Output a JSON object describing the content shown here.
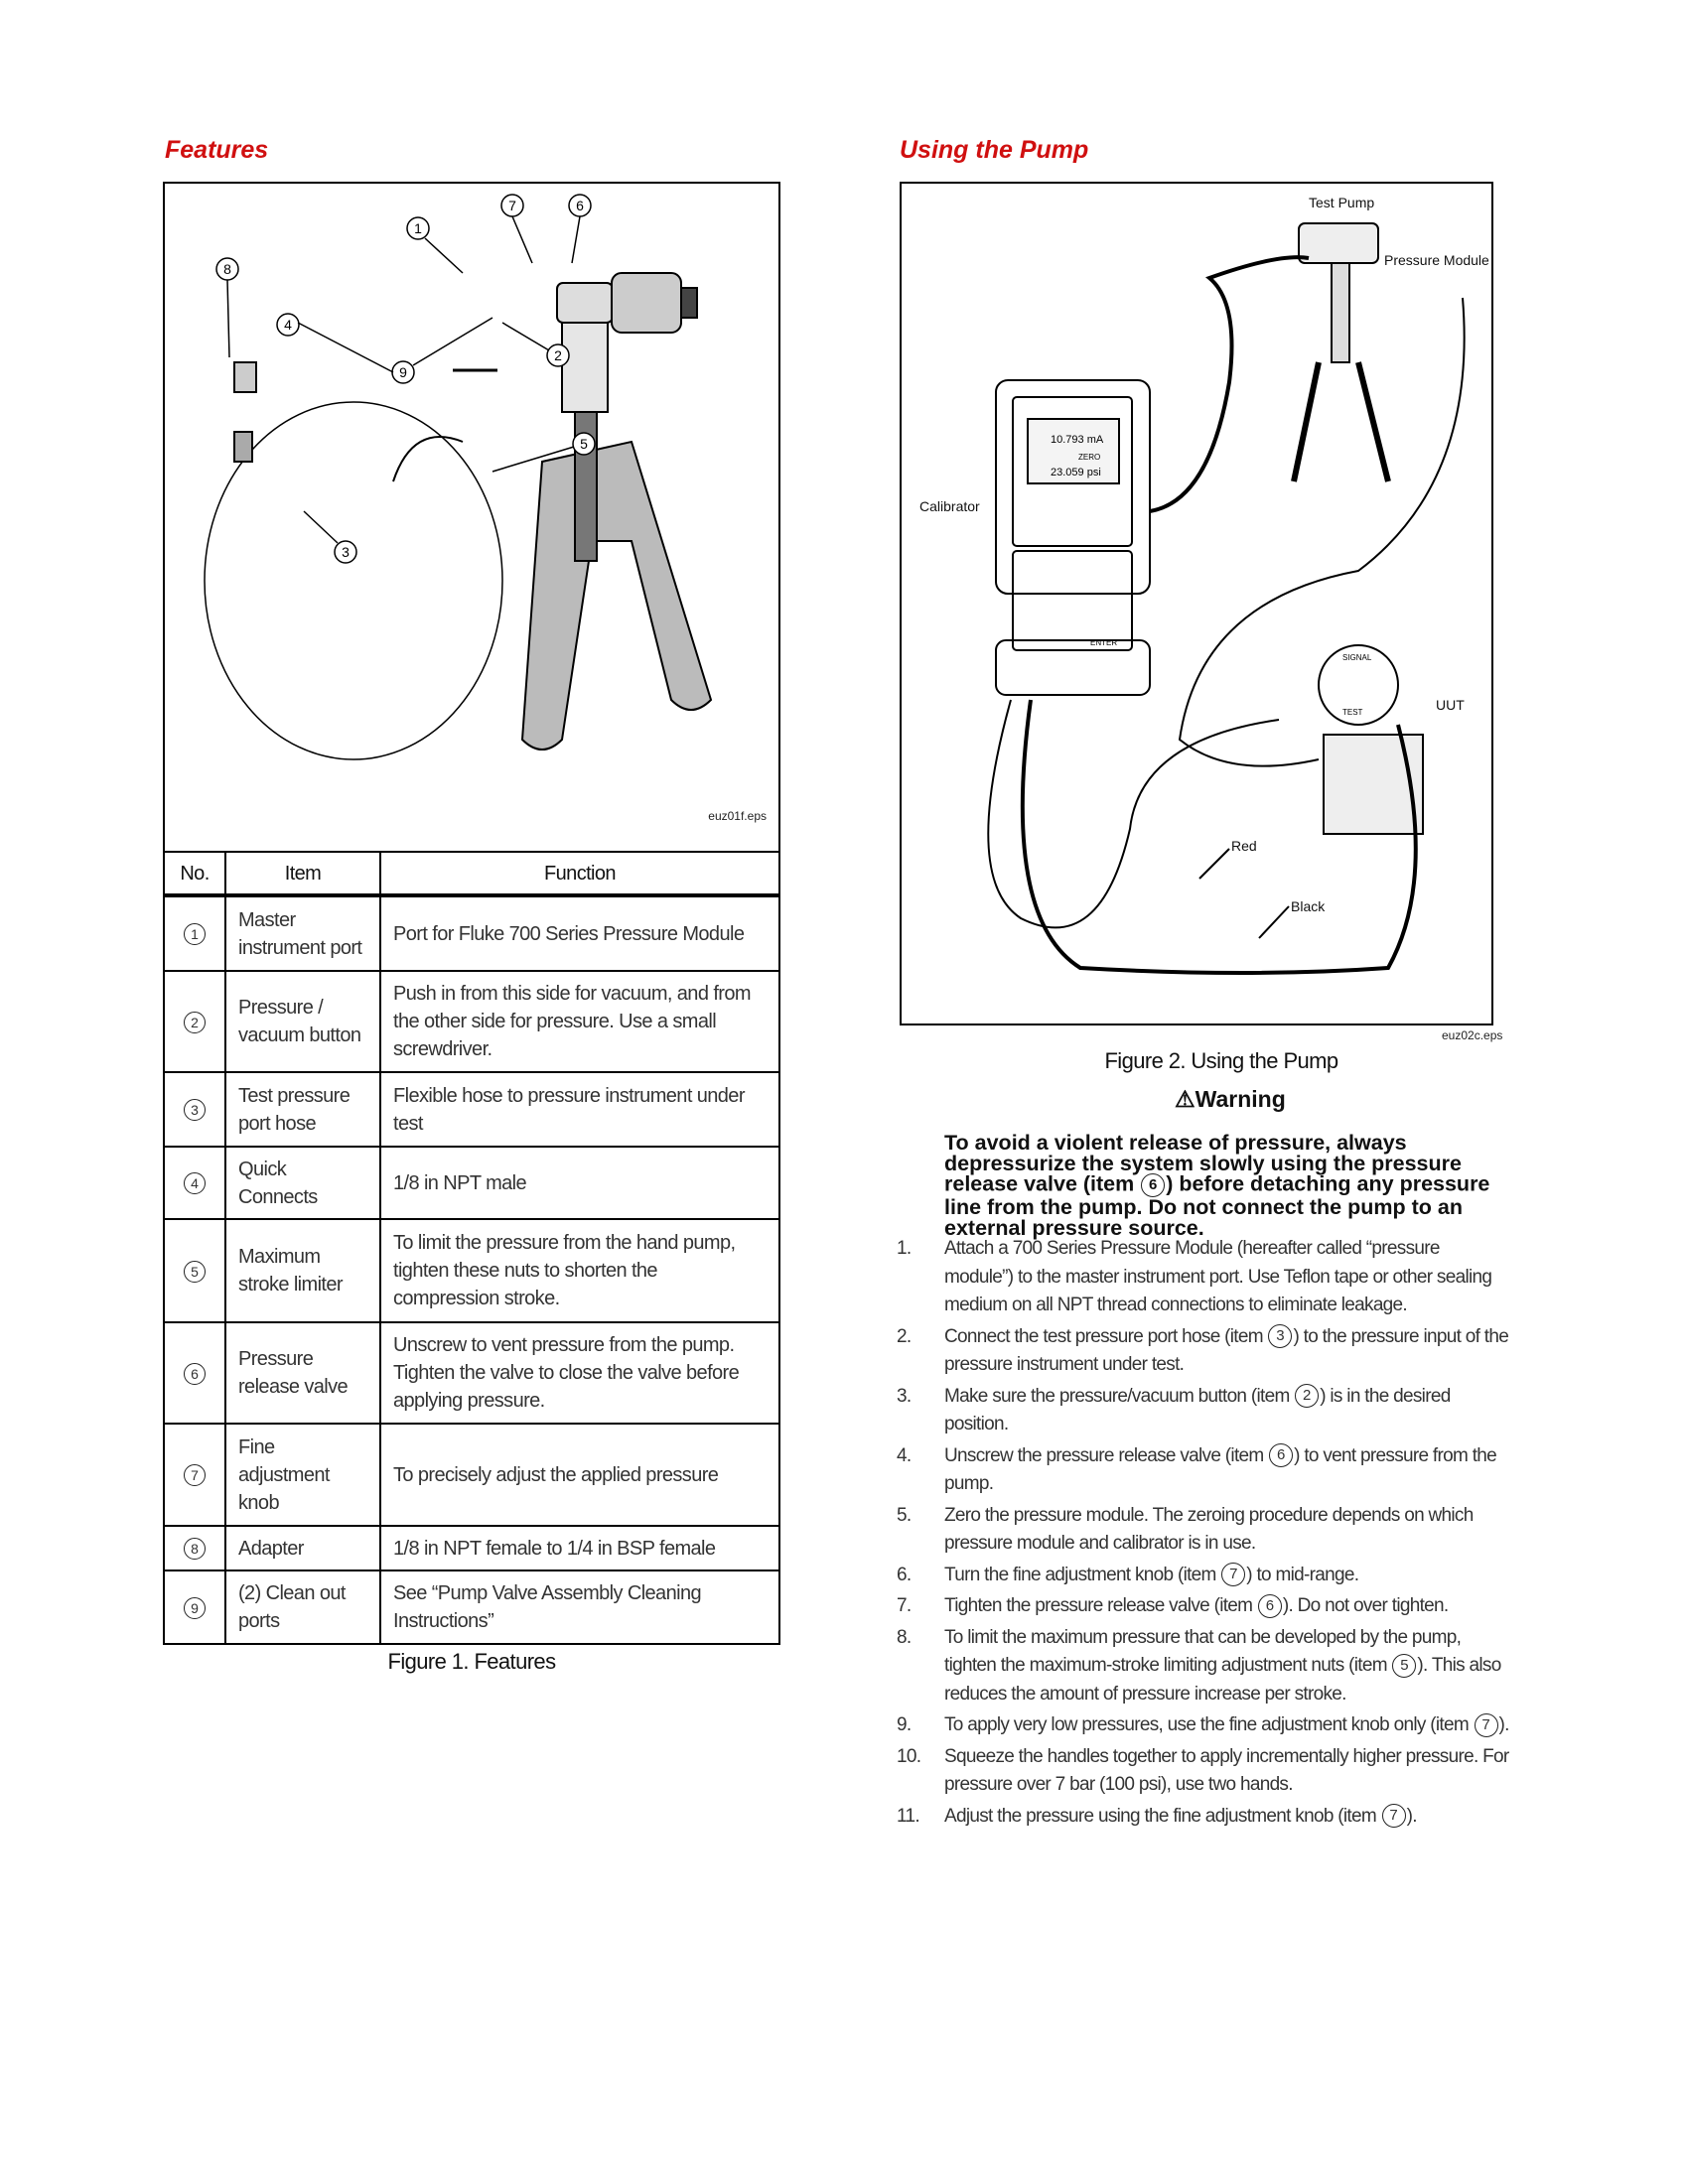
{
  "left": {
    "heading": "Features",
    "figure_label": "euz01f.eps",
    "callouts": [
      "1",
      "2",
      "3",
      "4",
      "5",
      "6",
      "7",
      "8",
      "9"
    ],
    "table": {
      "headers": [
        "No.",
        "Item",
        "Function"
      ],
      "rows": [
        {
          "no": "1",
          "item": "Master instrument port",
          "function": "Port for Fluke 700 Series Pressure Module"
        },
        {
          "no": "2",
          "item": "Pressure / vacuum button",
          "function": "Push in from this side for vacuum, and from the other side for pressure. Use a small screwdriver."
        },
        {
          "no": "3",
          "item": "Test pressure port hose",
          "function": "Flexible hose to pressure instrument under test"
        },
        {
          "no": "4",
          "item": "Quick Connects",
          "function": "1/8 in NPT male"
        },
        {
          "no": "5",
          "item": "Maximum stroke limiter",
          "function": "To limit the pressure from the hand pump, tighten these nuts to shorten the compression stroke."
        },
        {
          "no": "6",
          "item": "Pressure release valve",
          "function": "Unscrew to vent pressure from the pump. Tighten the valve to close the valve before applying pressure."
        },
        {
          "no": "7",
          "item": "Fine adjustment knob",
          "function": "To precisely adjust the applied pressure"
        },
        {
          "no": "8",
          "item": "Adapter",
          "function": "1/8 in NPT female to 1/4 in BSP female"
        },
        {
          "no": "9",
          "item": "(2) Clean out ports",
          "function": "See “Pump Valve Assembly Cleaning Instructions”"
        }
      ]
    },
    "caption": "Figure 1. Features"
  },
  "right": {
    "heading": "Using the Pump",
    "figure": {
      "test_pump": "Test Pump",
      "pressure_module": "Pressure Module",
      "calibrator": "Calibrator",
      "uut": "UUT",
      "red": "Red",
      "black": "Black",
      "display_ma": "10.793 mA",
      "display_psi": "23.059 psi",
      "zero": "ZERO",
      "enter": "ENTER",
      "signal": "SIGNAL",
      "test": "TEST"
    },
    "figure_label": "euz02c.eps",
    "caption": "Figure 2. Using the Pump",
    "warning_title": "Warning",
    "warning_text": [
      "To avoid a violent release of pressure, always depressurize the system slowly using the pressure release valve (item ",
      "6",
      ") before detaching any pressure line from the pump. Do not connect the pump to an external pressure source."
    ],
    "steps": [
      {
        "n": "1.",
        "parts": [
          "Attach a 700 Series Pressure Module (hereafter called “pressure module”) to the master instrument port. Use Teflon tape or other sealing medium on all NPT thread connections to eliminate leakage."
        ]
      },
      {
        "n": "2.",
        "parts": [
          "Connect the test pressure port hose (item ",
          "3",
          ") to the pressure input of the pressure instrument under test."
        ]
      },
      {
        "n": "3.",
        "parts": [
          "Make sure the pressure/vacuum button (item ",
          "2",
          ") is in the desired position."
        ]
      },
      {
        "n": "4.",
        "parts": [
          "Unscrew the pressure release valve (item ",
          "6",
          ") to vent pressure from the pump."
        ]
      },
      {
        "n": "5.",
        "parts": [
          "Zero the pressure module. The zeroing procedure depends on which pressure module and calibrator is in use."
        ]
      },
      {
        "n": "6.",
        "parts": [
          "Turn the fine adjustment knob (item ",
          "7",
          ") to mid-range."
        ]
      },
      {
        "n": "7.",
        "parts": [
          "Tighten the pressure release valve (item ",
          "6",
          "). Do not over tighten."
        ]
      },
      {
        "n": "8.",
        "parts": [
          "To limit the maximum pressure that can be developed by the pump, tighten the maximum-stroke limiting adjustment nuts (item ",
          "5",
          "). This also reduces the amount of pressure increase per stroke."
        ]
      },
      {
        "n": "9.",
        "parts": [
          "To apply very low pressures, use the fine adjustment knob only (item ",
          "7",
          ")."
        ]
      },
      {
        "n": "10.",
        "parts": [
          "Squeeze the handles together to apply incrementally higher pressure. For pressure over 7 bar (100 psi), use two hands."
        ]
      },
      {
        "n": "11.",
        "parts": [
          "Adjust the pressure using the fine adjustment knob (item ",
          "7",
          ")."
        ]
      }
    ]
  }
}
